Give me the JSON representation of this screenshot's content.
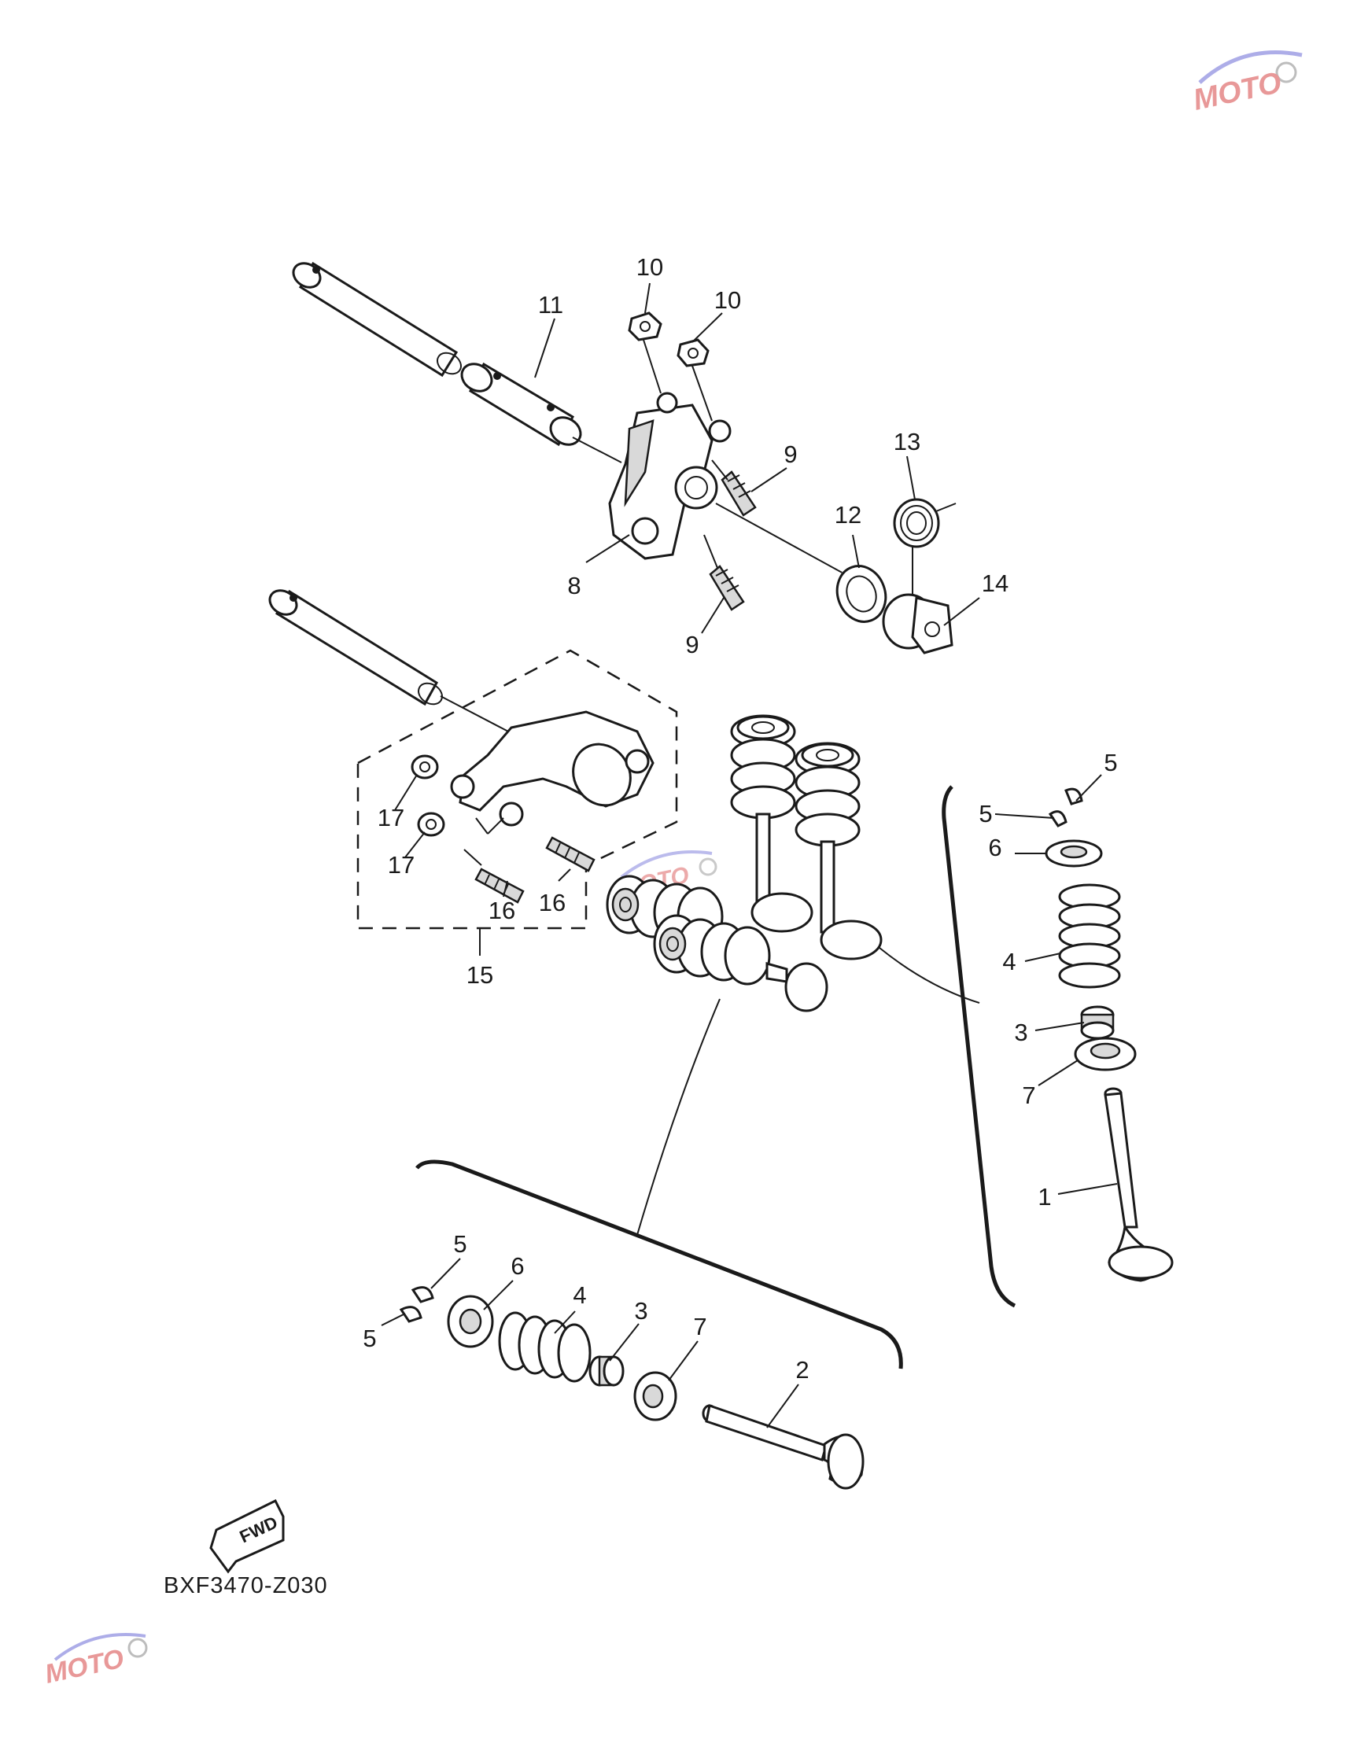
{
  "diagram": {
    "drawing_code": "BXF3470-Z030",
    "fwd_label": "FWD",
    "watermark": "MOTO",
    "callouts": {
      "c1": "1",
      "c2": "2",
      "c3a": "3",
      "c3b": "3",
      "c4a": "4",
      "c4b": "4",
      "c5a": "5",
      "c5b": "5",
      "c5c": "5",
      "c5d": "5",
      "c6a": "6",
      "c6b": "6",
      "c7a": "7",
      "c7b": "7",
      "c8": "8",
      "c9a": "9",
      "c9b": "9",
      "c10a": "10",
      "c10b": "10",
      "c11": "11",
      "c12": "12",
      "c13": "13",
      "c14": "14",
      "c15": "15",
      "c16a": "16",
      "c16b": "16",
      "c17a": "17",
      "c17b": "17"
    }
  }
}
